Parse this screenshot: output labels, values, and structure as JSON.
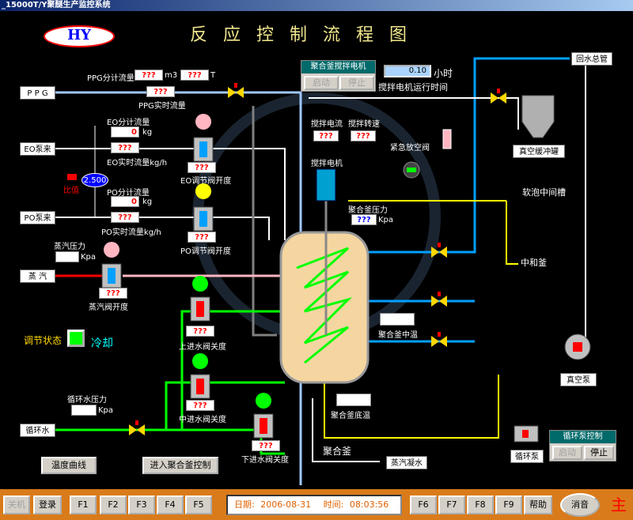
{
  "window": {
    "title": "_15000T/Y聚醚生产监控系统"
  },
  "header": {
    "logo": "HY",
    "title": "反应控制流程图"
  },
  "inputs": {
    "ppg": {
      "name": "P P G",
      "flow_label": "PPG分计流量",
      "flow_value": "???",
      "unit_m3": "m3",
      "weight_value": "???",
      "unit_t": "T",
      "realtime_value": "???",
      "realtime_label": "PPG实时流量"
    },
    "eo": {
      "name": "EO泵来",
      "flow_label": "EO分计流量",
      "flow_value": "0",
      "unit": "kg",
      "realtime_value": "???",
      "realtime_label": "EO实时流量kg/h",
      "valve_value": "???",
      "valve_label": "EO调节阀开度"
    },
    "po": {
      "name": "PO泵来",
      "flow_label": "PO分计流量",
      "flow_value": "0",
      "unit": "kg",
      "realtime_value": "???",
      "realtime_label": "PO实时流量kg/h",
      "valve_value": "???",
      "valve_label": "PO调节阀开度"
    },
    "ratio": {
      "label": "比值",
      "value": "2.500"
    },
    "steam": {
      "name": "蒸 汽",
      "pressure_label": "蒸汽压力",
      "unit": "Kpa",
      "valve_value": "???",
      "valve_label": "蒸汽阀开度"
    },
    "circ_water": {
      "name": "循环水",
      "pressure_label": "循环水压力",
      "unit": "Kpa"
    }
  },
  "regulation": {
    "label": "调节状态",
    "state": "冷却"
  },
  "water_valves": [
    {
      "value": "???",
      "label": "上进水阀关度"
    },
    {
      "value": "???",
      "label": "中进水阀关度"
    },
    {
      "value": "???",
      "label": "下进水阀关度"
    }
  ],
  "motor_panel": {
    "title": "聚合釜搅拌电机",
    "start": "启动",
    "stop": "停止",
    "runtime_value": "0.10",
    "runtime_unit": "小时",
    "runtime_label": "搅拌电机运行时间"
  },
  "reactor": {
    "current_label": "搅拌电流",
    "current_value": "???",
    "speed_label": "搅拌转速",
    "speed_value": "???",
    "motor_label": "搅拌电机",
    "emergency_label": "紧急放空阀",
    "pressure_label": "聚合釜压力",
    "pressure_value": "???",
    "pressure_unit": "Kpa",
    "mid_temp_label": "聚合釜中温",
    "bottom_temp_label": "聚合釜底温",
    "name": "聚合釜",
    "condensate_label": "蒸汽凝水"
  },
  "right_side": {
    "return_main": "回水总管",
    "vacuum_tank": "真空缓冲罐",
    "soft_foam": "软泡中间槽",
    "neutral": "中和釜",
    "vacuum_pump": "真空泵",
    "circ_pump": "循环泵"
  },
  "circ_panel": {
    "title": "循环泵控制",
    "start": "启动",
    "stop": "停止"
  },
  "buttons": {
    "temp_curve": "温度曲线",
    "enter_control": "进入聚合釜控制"
  },
  "footer": {
    "shutdown": "关机",
    "login": "登录",
    "fkeys_left": [
      "F1",
      "F2",
      "F3",
      "F4",
      "F5"
    ],
    "date_label": "日期:",
    "date": "2006-08-31",
    "time_label": "时间:",
    "time": "08:03:56",
    "fkeys_right": [
      "F6",
      "F7",
      "F8",
      "F9"
    ],
    "help": "帮助",
    "mute": "消音",
    "main": "主"
  },
  "colors": {
    "accent": "#d97b1a",
    "pipe_green": "#00ff00",
    "pipe_blue": "#00a0ff",
    "pipe_yellow": "#ffff00",
    "pipe_pink": "#ffb6c1",
    "pipe_red": "#ff0000"
  }
}
